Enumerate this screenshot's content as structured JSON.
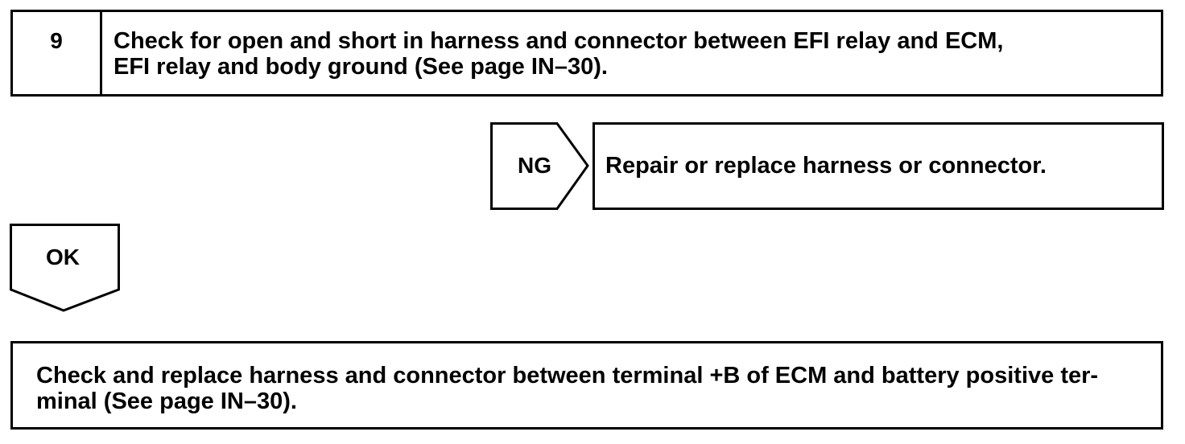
{
  "step": {
    "number": "9",
    "text_line1": "Check for open and short in harness and connector between EFI relay and ECM,",
    "text_line2": "EFI relay and body ground (See page IN–30)."
  },
  "ng_branch": {
    "label": "NG",
    "action": "Repair or replace harness or connector."
  },
  "ok_branch": {
    "label": "OK"
  },
  "next_action": {
    "text_line1": "Check and replace harness and connector between terminal +B of ECM and battery positive ter-",
    "text_line2": "minal (See page IN–30)."
  }
}
